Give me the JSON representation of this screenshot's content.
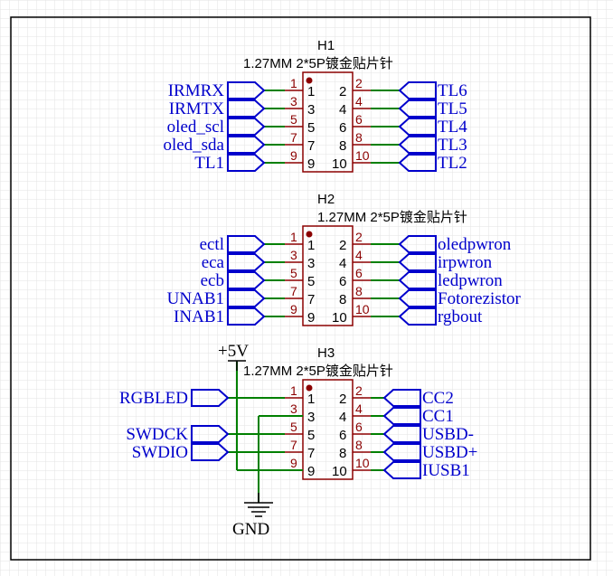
{
  "headers": [
    {
      "ref": "H1",
      "value": "1.27MM 2*5P镀金贴片针",
      "left_pins": [
        "1",
        "3",
        "5",
        "7",
        "9"
      ],
      "right_pins": [
        "2",
        "4",
        "6",
        "8",
        "10"
      ],
      "left_inner": [
        "1",
        "3",
        "5",
        "7",
        "9"
      ],
      "right_inner": [
        "2",
        "4",
        "6",
        "8",
        "10"
      ],
      "left_nets": [
        "IRMRX",
        "IRMTX",
        "oled_scl",
        "oled_sda",
        "TL1"
      ],
      "right_nets": [
        "TL6",
        "TL5",
        "TL4",
        "TL3",
        "TL2"
      ]
    },
    {
      "ref": "H2",
      "value": "1.27MM 2*5P镀金贴片针",
      "left_pins": [
        "1",
        "3",
        "5",
        "7",
        "9"
      ],
      "right_pins": [
        "2",
        "4",
        "6",
        "8",
        "10"
      ],
      "left_inner": [
        "1",
        "3",
        "5",
        "7",
        "9"
      ],
      "right_inner": [
        "2",
        "4",
        "6",
        "8",
        "10"
      ],
      "left_nets": [
        "ectl",
        "eca",
        "ecb",
        "UNAB1",
        "INAB1"
      ],
      "right_nets": [
        "oledpwron",
        "irpwron",
        "ledpwron",
        "Fotorezistor",
        "rgbout"
      ]
    },
    {
      "ref": "H3",
      "value": "1.27MM 2*5P镀金贴片针",
      "left_pins": [
        "1",
        "3",
        "5",
        "7",
        "9"
      ],
      "right_pins": [
        "2",
        "4",
        "6",
        "8",
        "10"
      ],
      "left_inner": [
        "1",
        "3",
        "5",
        "7",
        "9"
      ],
      "right_inner": [
        "2",
        "4",
        "6",
        "8",
        "10"
      ],
      "left_nets": [
        "RGBLED",
        "",
        "SWDCK",
        "SWDIO",
        ""
      ],
      "right_nets": [
        "CC2",
        "CC1",
        "USBD-",
        "USBD+",
        "IUSB1"
      ]
    }
  ],
  "power": {
    "vcc_label": "+5V",
    "gnd_label": "GND"
  },
  "colors": {
    "wire": "#008000",
    "net": "#0000cc",
    "body": "#8b0000",
    "border": "#000000",
    "grid": "#e3e3e3"
  }
}
